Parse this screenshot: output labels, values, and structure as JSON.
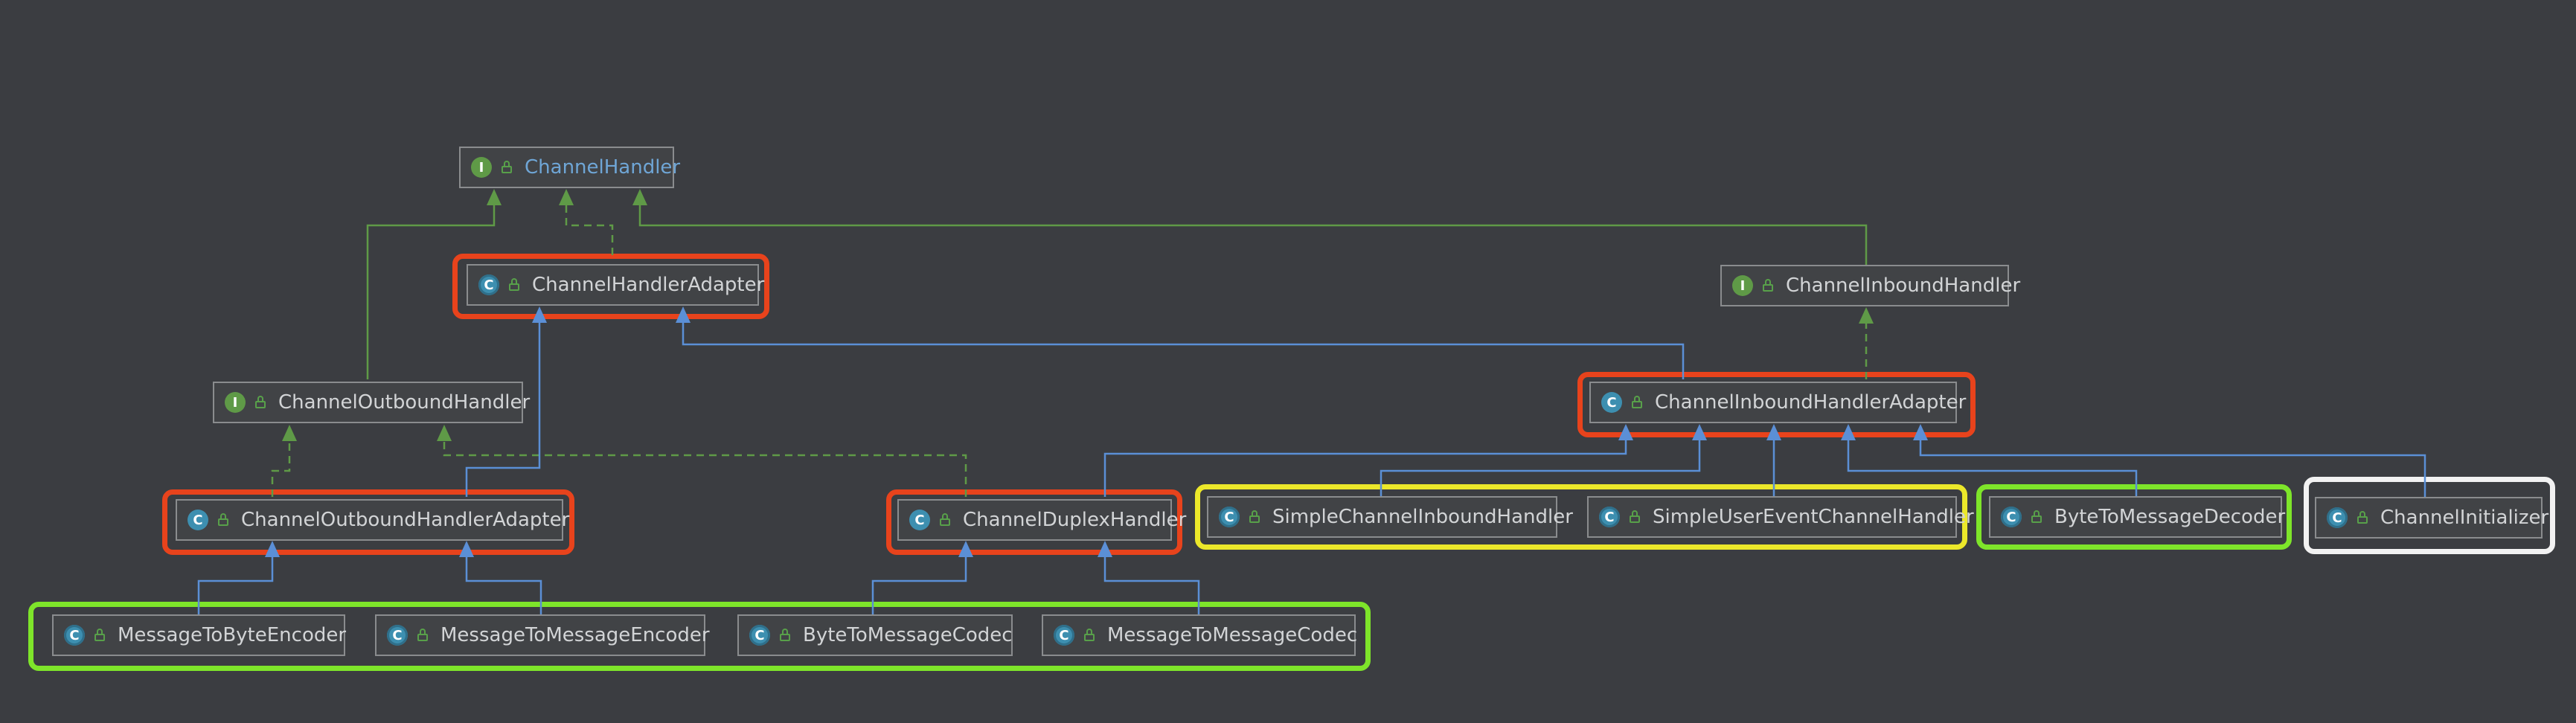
{
  "colors": {
    "background": "#3b3d41",
    "extends_edge": "#5b8fd6",
    "implements_edge": "#5f9a47",
    "highlight_core": "#e8431c",
    "highlight_codec": "#7ee52a",
    "highlight_simple": "#ece82a",
    "highlight_initializer": "#f2f2f2"
  },
  "nodes": {
    "channel_handler": {
      "label": "ChannelHandler",
      "kind": "interface",
      "icon": "interface-icon"
    },
    "channel_handler_adapter": {
      "label": "ChannelHandlerAdapter",
      "kind": "abstract-class",
      "icon": "abstract-class-icon"
    },
    "channel_inbound_handler": {
      "label": "ChannelInboundHandler",
      "kind": "interface",
      "icon": "interface-icon"
    },
    "channel_outbound_handler": {
      "label": "ChannelOutboundHandler",
      "kind": "interface",
      "icon": "interface-icon"
    },
    "channel_inbound_handler_adapter": {
      "label": "ChannelInboundHandlerAdapter",
      "kind": "class",
      "icon": "class-icon"
    },
    "channel_outbound_handler_adapter": {
      "label": "ChannelOutboundHandlerAdapter",
      "kind": "class",
      "icon": "class-icon"
    },
    "channel_duplex_handler": {
      "label": "ChannelDuplexHandler",
      "kind": "class",
      "icon": "class-icon"
    },
    "simple_channel_inbound_handler": {
      "label": "SimpleChannelInboundHandler",
      "kind": "abstract-class",
      "icon": "abstract-class-icon"
    },
    "simple_user_event_channel_handler": {
      "label": "SimpleUserEventChannelHandler",
      "kind": "abstract-class",
      "icon": "abstract-class-icon"
    },
    "byte_to_message_decoder": {
      "label": "ByteToMessageDecoder",
      "kind": "abstract-class",
      "icon": "abstract-class-icon"
    },
    "channel_initializer": {
      "label": "ChannelInitializer",
      "kind": "abstract-class",
      "icon": "abstract-class-icon"
    },
    "message_to_byte_encoder": {
      "label": "MessageToByteEncoder",
      "kind": "abstract-class",
      "icon": "abstract-class-icon"
    },
    "message_to_message_encoder": {
      "label": "MessageToMessageEncoder",
      "kind": "abstract-class",
      "icon": "abstract-class-icon"
    },
    "byte_to_message_codec": {
      "label": "ByteToMessageCodec",
      "kind": "abstract-class",
      "icon": "abstract-class-icon"
    },
    "message_to_message_codec": {
      "label": "MessageToMessageCodec",
      "kind": "abstract-class",
      "icon": "abstract-class-icon"
    }
  },
  "badges": {
    "interface": "I",
    "class": "C",
    "abstract_class": "C"
  }
}
